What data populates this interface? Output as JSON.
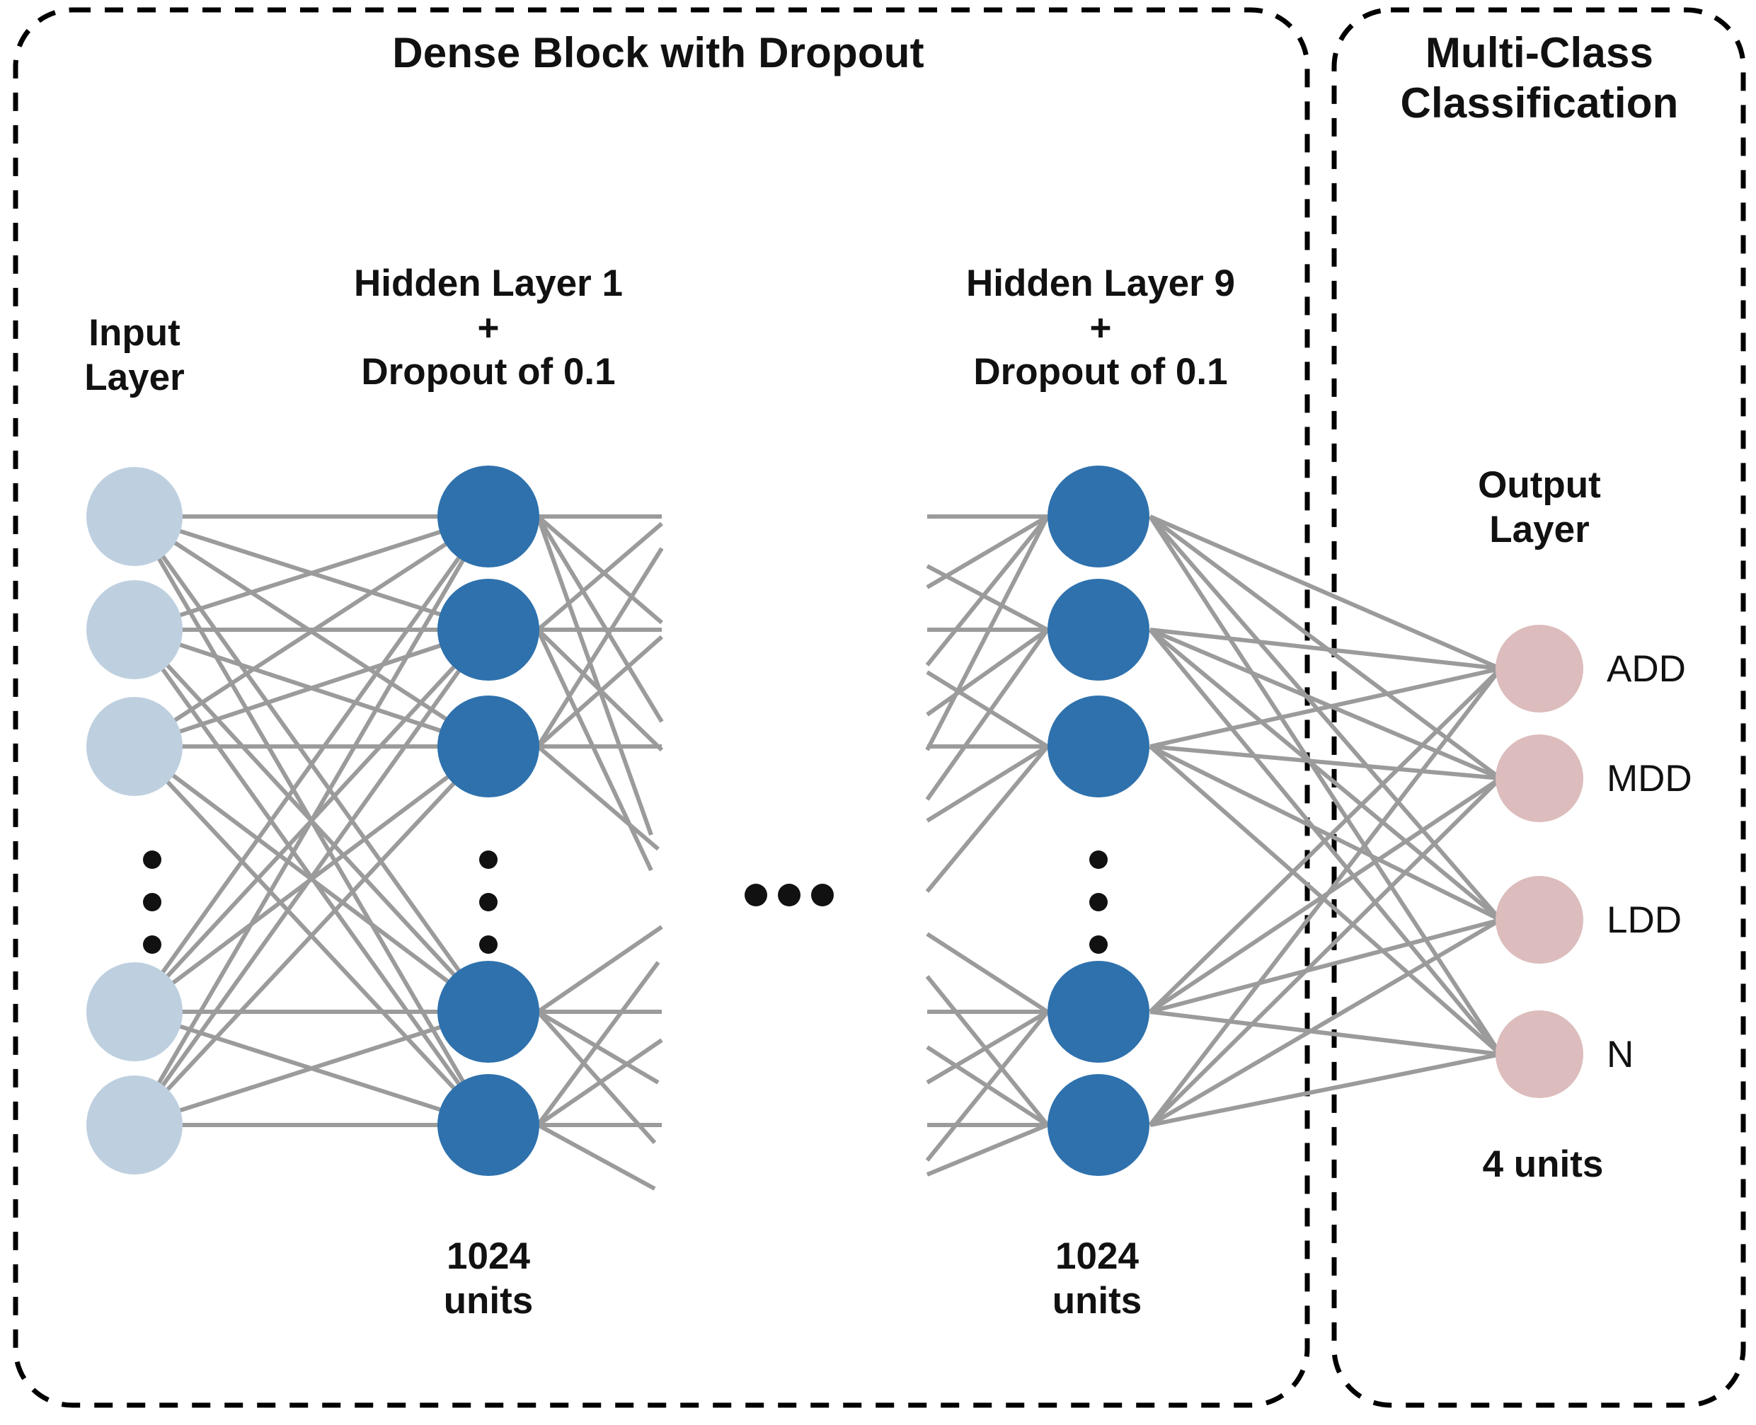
{
  "figure": {
    "type": "neural-network-architecture-diagram",
    "panels": [
      {
        "id": "dense-block",
        "title": "Dense Block with Dropout"
      },
      {
        "id": "classification",
        "title": "Multi-Class\nClassification"
      }
    ]
  },
  "layers": {
    "input": {
      "label": "Input\nLayer",
      "node_color": "#bed0e0",
      "visible_nodes": 5,
      "ellipsis": "vertical"
    },
    "hidden_first": {
      "caption": "Hidden Layer 1\n+\nDropout of 0.1",
      "units_label": "1024\nunits",
      "node_color": "#2e71ad",
      "visible_nodes": 5,
      "ellipsis": "vertical"
    },
    "hidden_last": {
      "caption": "Hidden Layer 9\n+\nDropout of 0.1",
      "units_label": "1024\nunits",
      "node_color": "#2e71ad",
      "visible_nodes": 5,
      "ellipsis": "vertical"
    },
    "output": {
      "label": "Output\nLayer",
      "units_label": "4 units",
      "node_color": "#dcbcbc",
      "classes": [
        "ADD",
        "MDD",
        "LDD",
        "N"
      ]
    }
  },
  "between_blocks_ellipsis": "...",
  "colors": {
    "input_node": "#bed0e0",
    "hidden_node": "#2e71ad",
    "output_node": "#dcbcbc",
    "edge": "#9b9b9b",
    "panel_border": "#000000",
    "text": "#111111",
    "background": "#ffffff"
  }
}
